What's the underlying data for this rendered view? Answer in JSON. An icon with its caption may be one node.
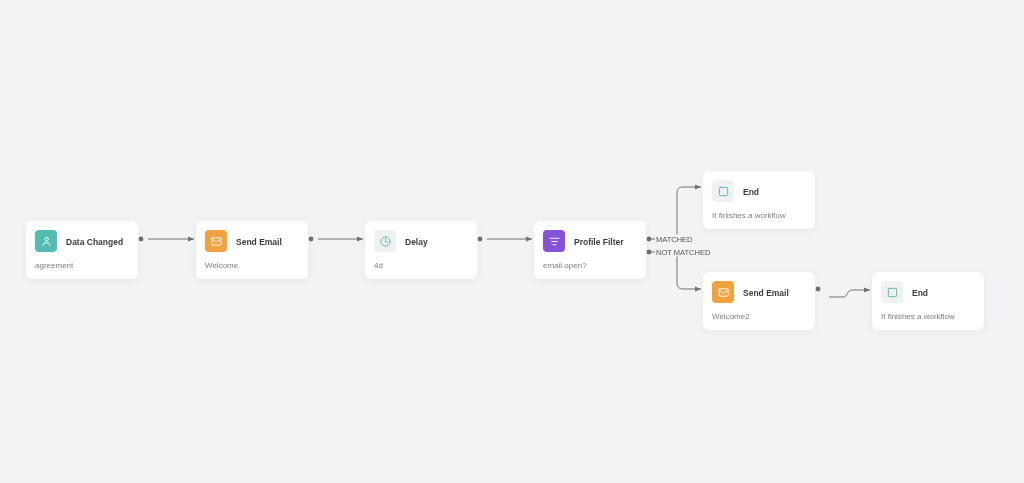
{
  "diagram": {
    "nodes": [
      {
        "text": [
          "Data Changed",
          "agreement"
        ]
      },
      {
        "text": [
          "Send Email",
          "Welcome"
        ]
      },
      {
        "text": [
          "Delay",
          "4d"
        ]
      },
      {
        "text": [
          "Profile Filter",
          "email open?"
        ]
      },
      {
        "text": [
          "End",
          "It finishes a workflow"
        ]
      },
      {
        "text": [
          "Send Email",
          "Welcome2"
        ]
      },
      {
        "text": [
          "End",
          "It finishes a workflow"
        ]
      }
    ],
    "edges": [
      {
        "from": 0,
        "to": 1,
        "arrow": "to"
      },
      {
        "from": 1,
        "to": 2,
        "arrow": "to"
      },
      {
        "from": 2,
        "to": 3,
        "arrow": "to"
      },
      {
        "from": 3,
        "to": 4,
        "arrow": "to",
        "label": "MATCHED"
      },
      {
        "from": 3,
        "to": 5,
        "arrow": "to",
        "label": "NOT MATCHED"
      },
      {
        "from": 5,
        "to": 6,
        "arrow": "to"
      }
    ]
  }
}
